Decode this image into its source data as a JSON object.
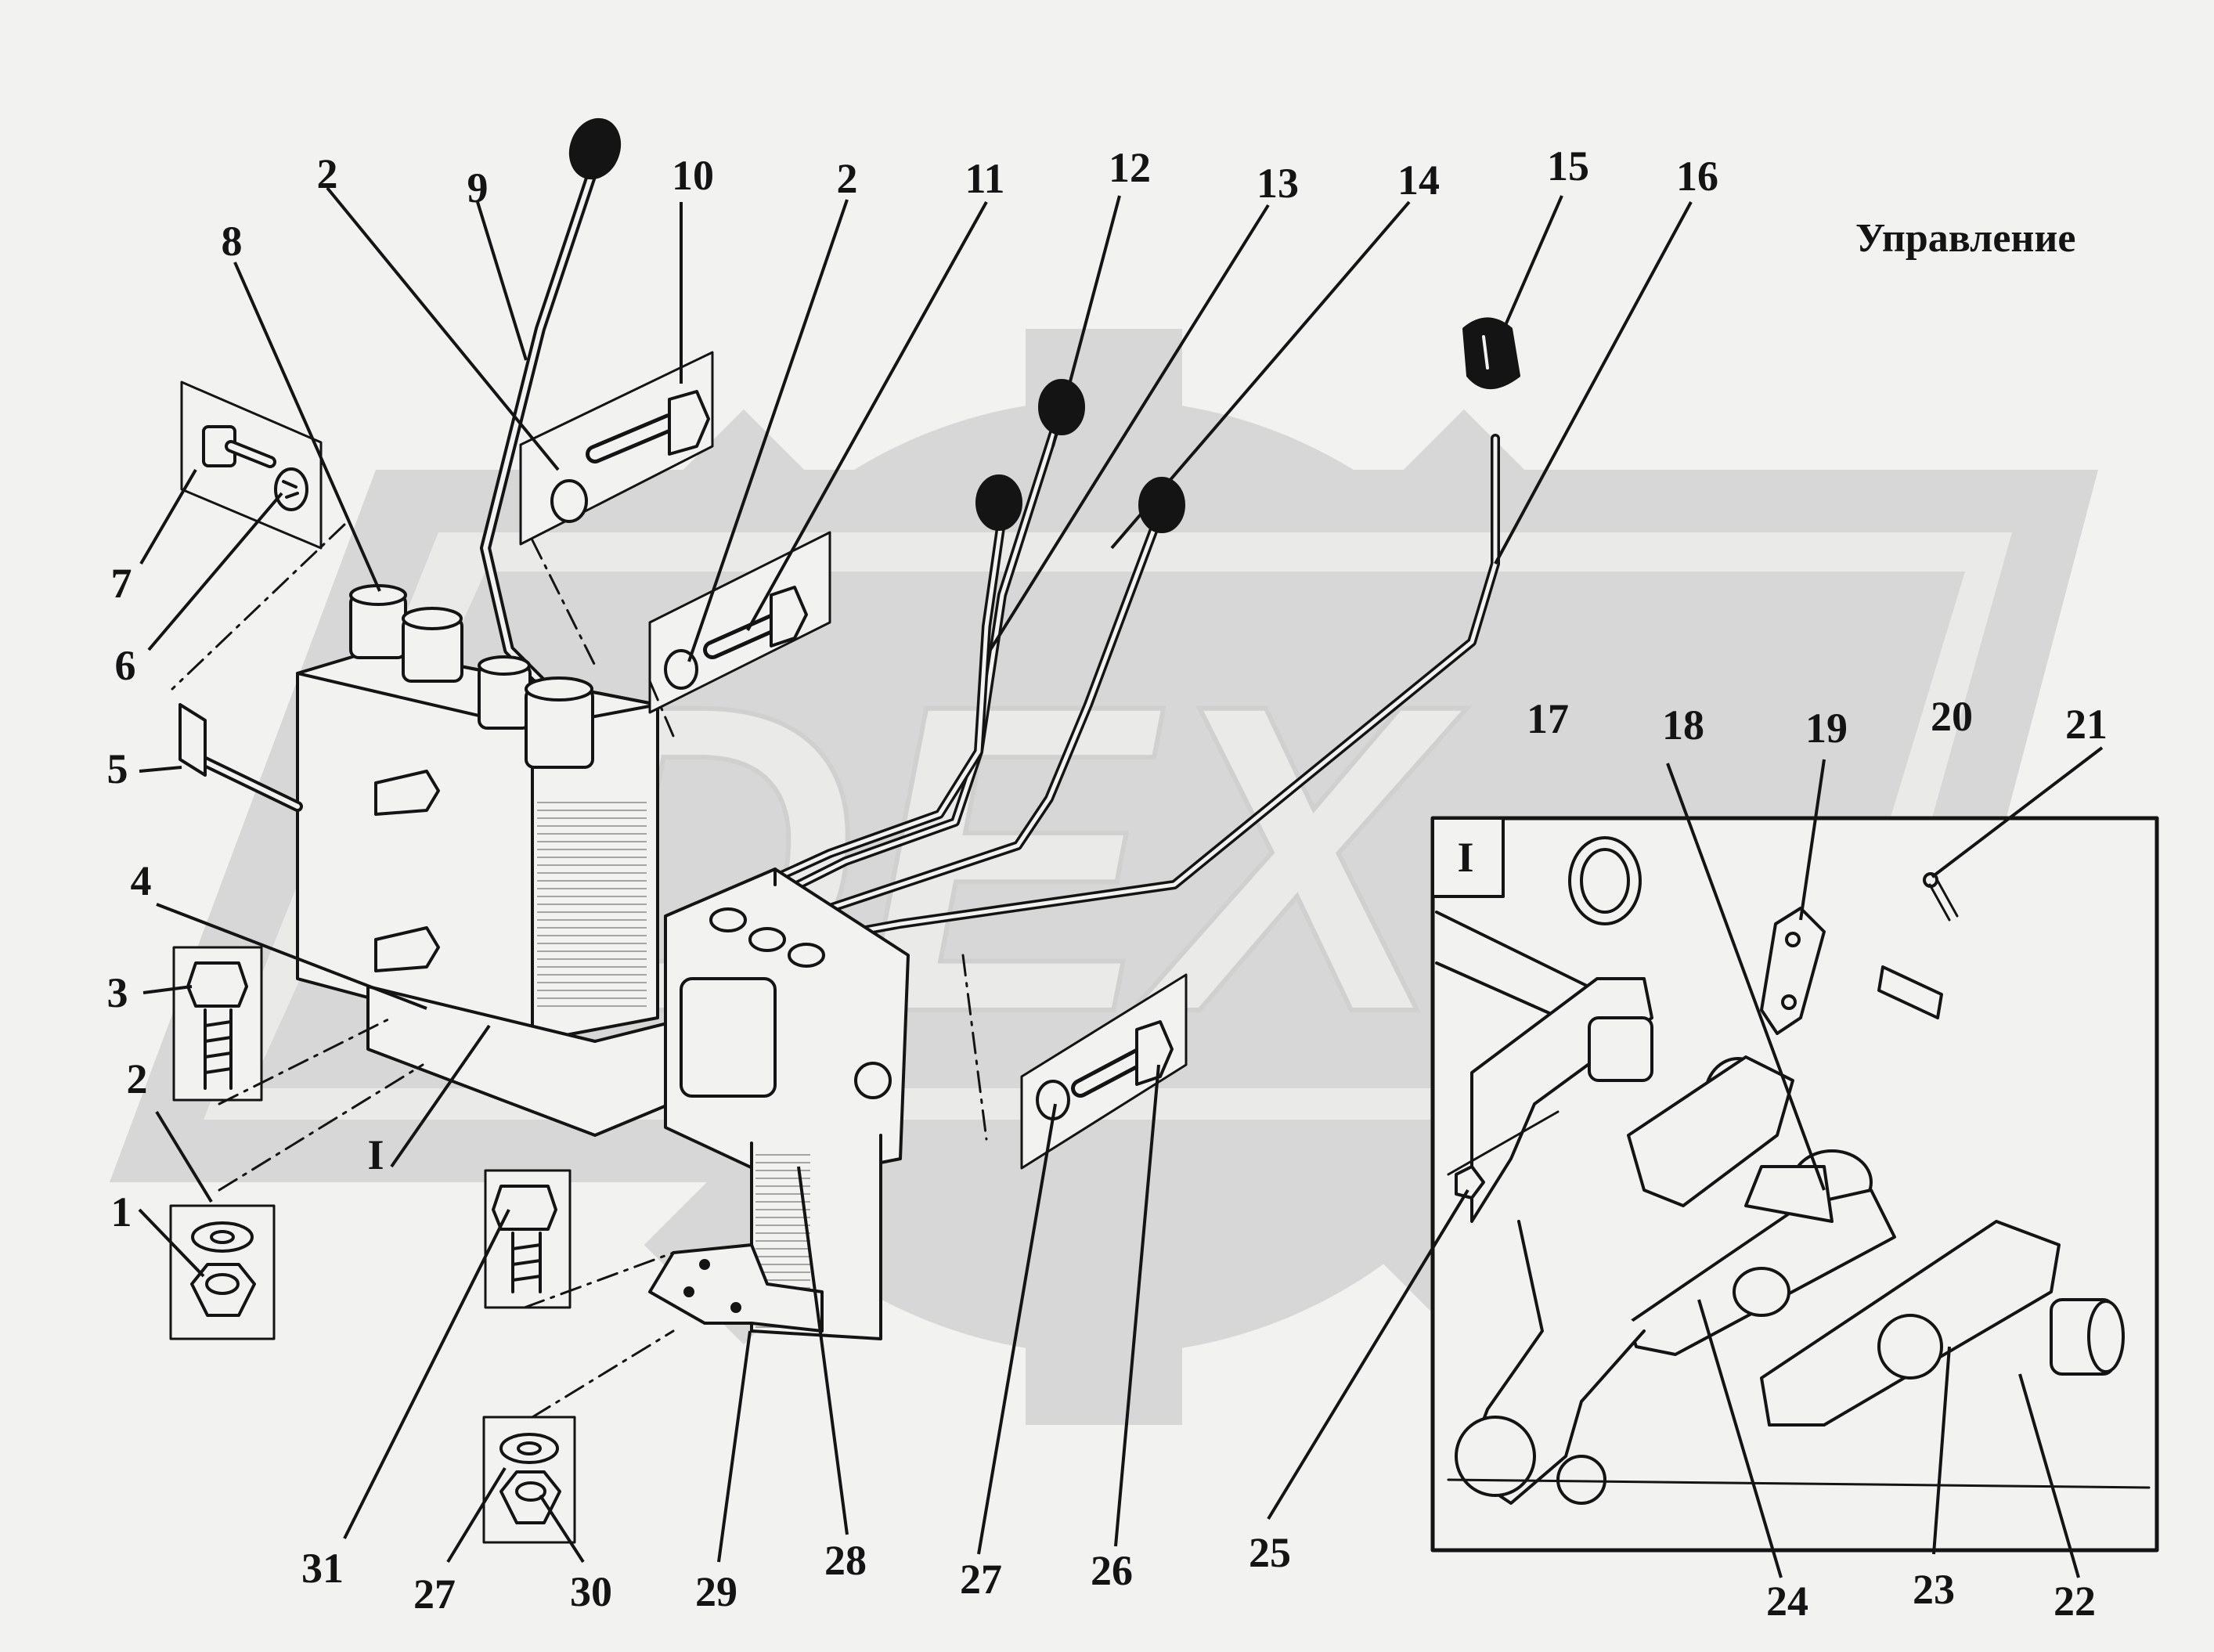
{
  "title": "Управление",
  "detail_marker": "I",
  "watermark_text": "DEX",
  "colors": {
    "background": "#f2f2f0",
    "ink": "#141414",
    "watermark": "#d7d7d7"
  },
  "callouts": [
    {
      "id": "c-2-a",
      "text": "2"
    },
    {
      "id": "c-9",
      "text": "9"
    },
    {
      "id": "c-10",
      "text": "10"
    },
    {
      "id": "c-2-b",
      "text": "2"
    },
    {
      "id": "c-11",
      "text": "11"
    },
    {
      "id": "c-12",
      "text": "12"
    },
    {
      "id": "c-13",
      "text": "13"
    },
    {
      "id": "c-14",
      "text": "14"
    },
    {
      "id": "c-15",
      "text": "15"
    },
    {
      "id": "c-16",
      "text": "16"
    },
    {
      "id": "c-8",
      "text": "8"
    },
    {
      "id": "c-7",
      "text": "7"
    },
    {
      "id": "c-6",
      "text": "6"
    },
    {
      "id": "c-5",
      "text": "5"
    },
    {
      "id": "c-4",
      "text": "4"
    },
    {
      "id": "c-3",
      "text": "3"
    },
    {
      "id": "c-2-c",
      "text": "2"
    },
    {
      "id": "c-1",
      "text": "1"
    },
    {
      "id": "c-I",
      "text": "I"
    },
    {
      "id": "c-17",
      "text": "17"
    },
    {
      "id": "c-18",
      "text": "18"
    },
    {
      "id": "c-19",
      "text": "19"
    },
    {
      "id": "c-20",
      "text": "20"
    },
    {
      "id": "c-21",
      "text": "21"
    },
    {
      "id": "c-31",
      "text": "31"
    },
    {
      "id": "c-27-a",
      "text": "27"
    },
    {
      "id": "c-30",
      "text": "30"
    },
    {
      "id": "c-29",
      "text": "29"
    },
    {
      "id": "c-28",
      "text": "28"
    },
    {
      "id": "c-27-b",
      "text": "27"
    },
    {
      "id": "c-26",
      "text": "26"
    },
    {
      "id": "c-25",
      "text": "25"
    },
    {
      "id": "c-24",
      "text": "24"
    },
    {
      "id": "c-23",
      "text": "23"
    },
    {
      "id": "c-22",
      "text": "22"
    }
  ]
}
